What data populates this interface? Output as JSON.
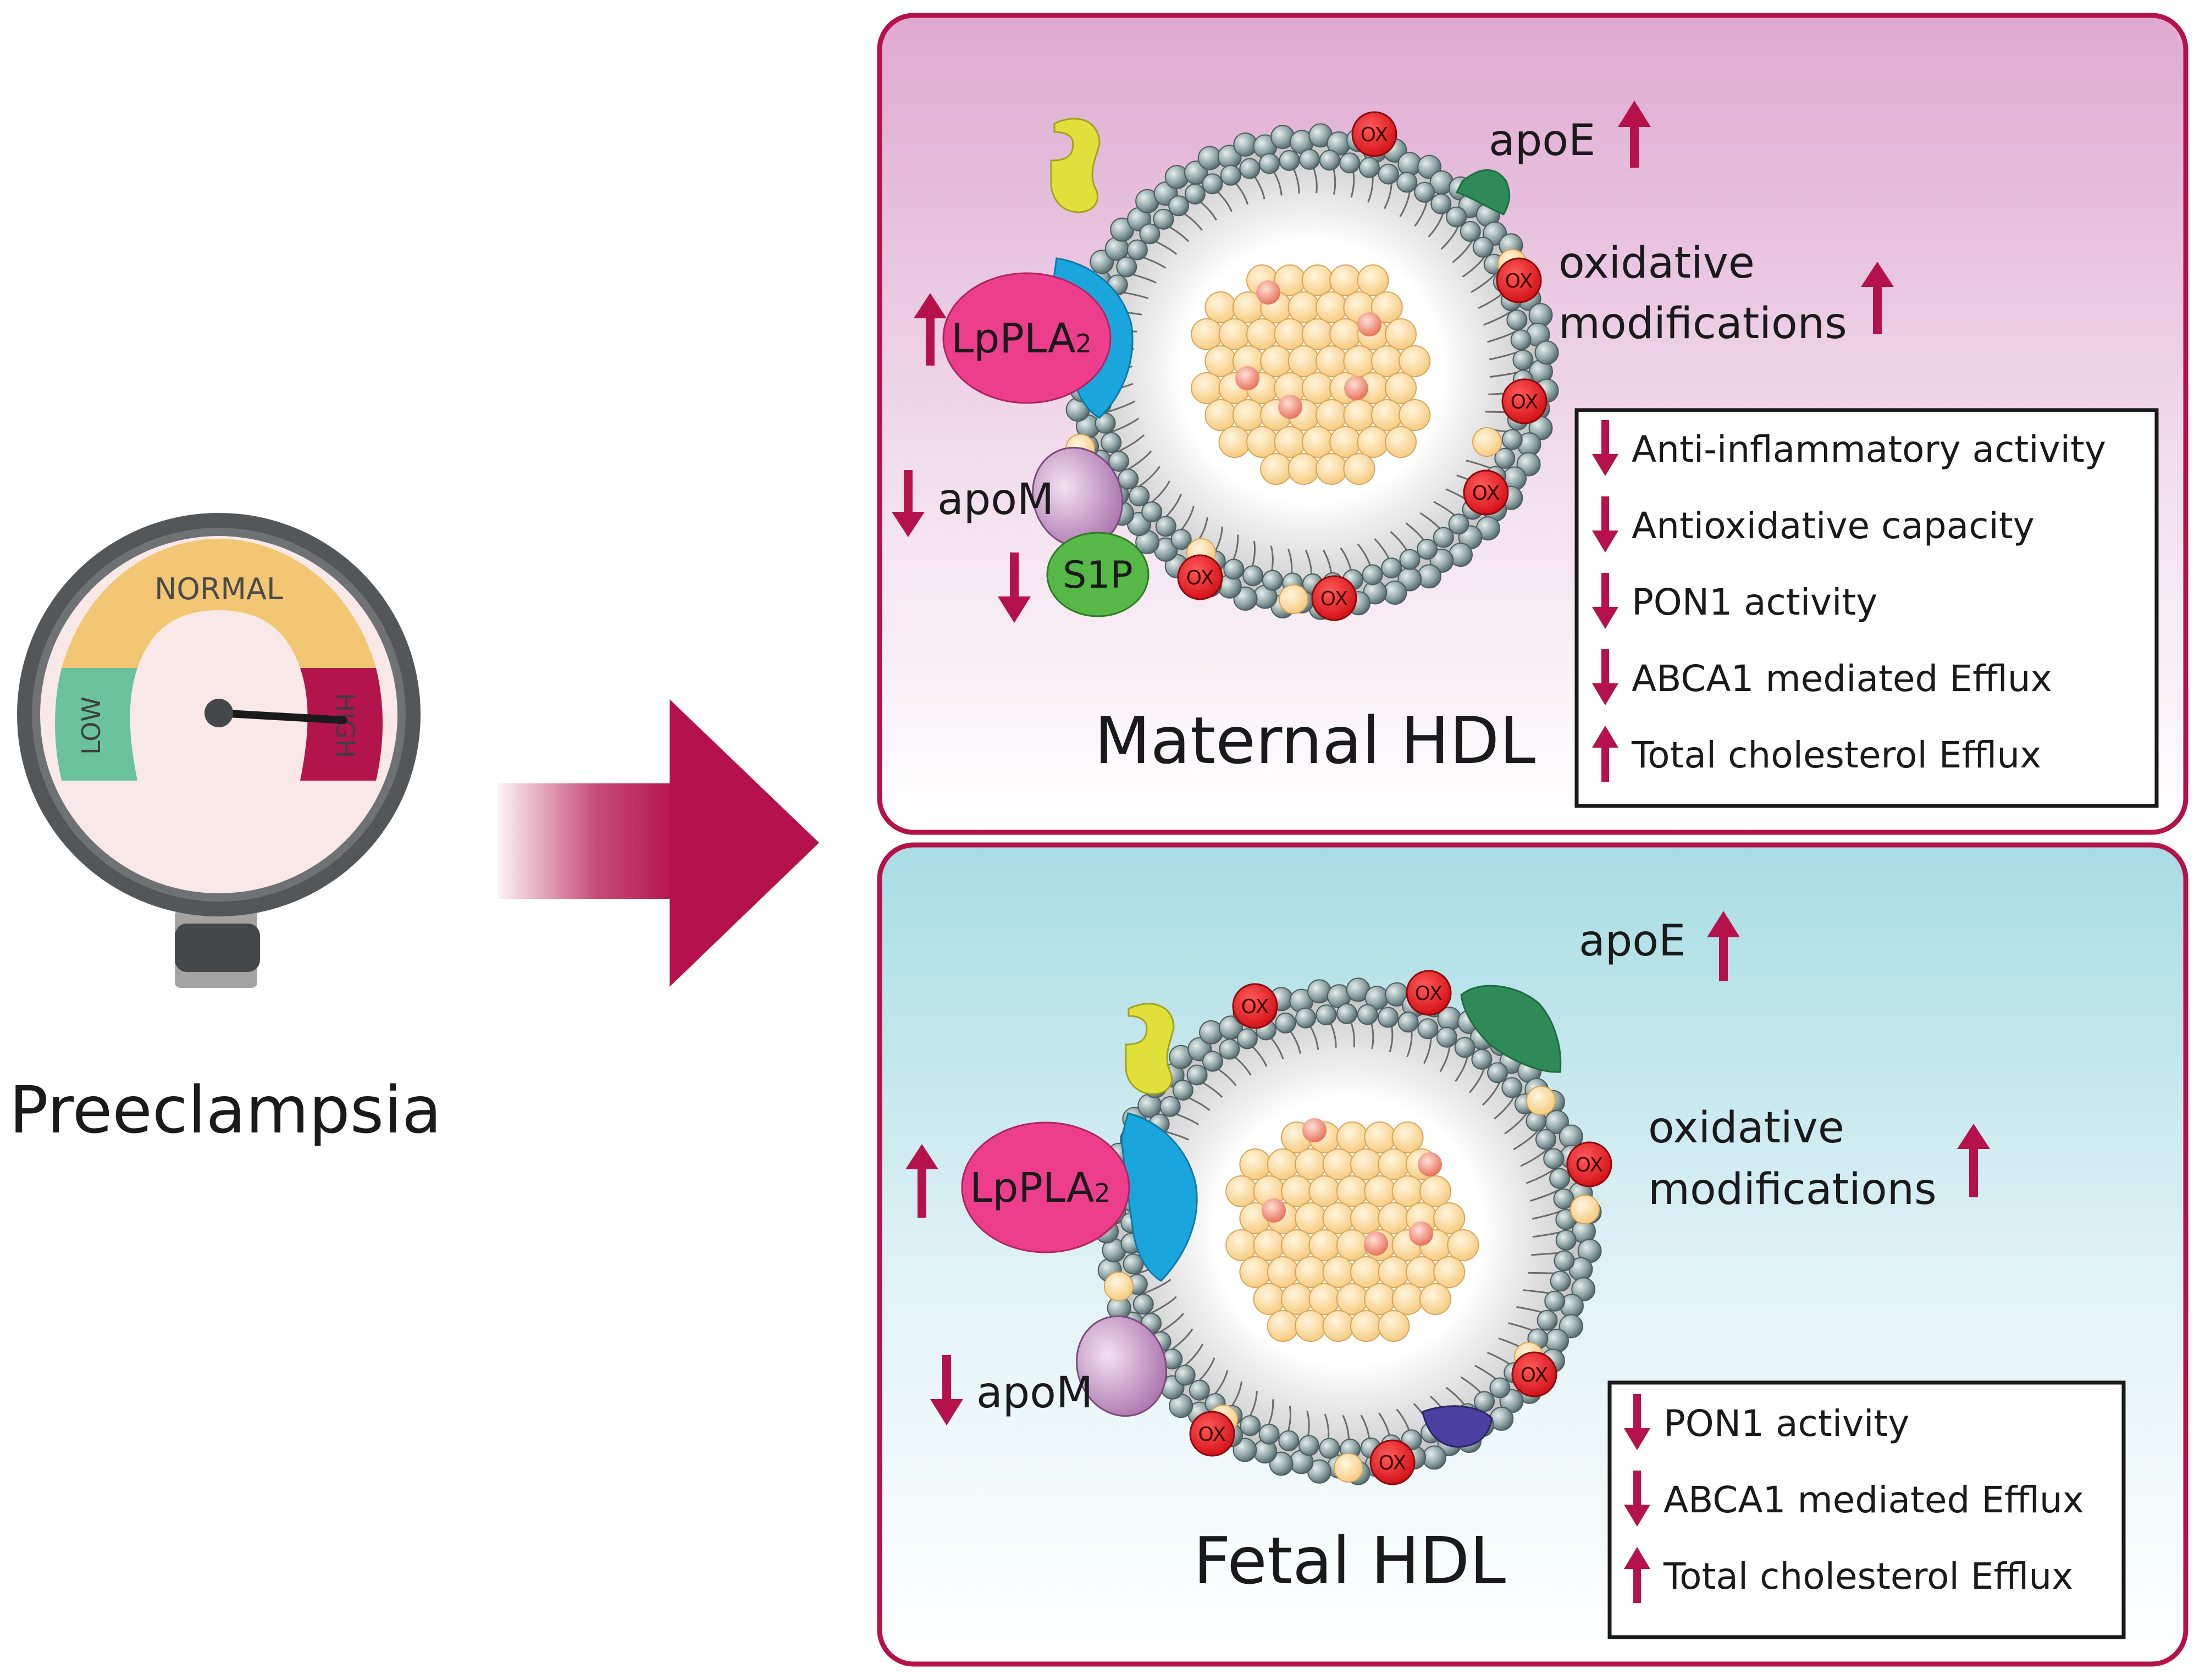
{
  "left": {
    "title": "Preeclampsia",
    "gauge": {
      "low_label": "LOW",
      "normal_label": "NORMAL",
      "high_label": "HIGH"
    }
  },
  "colors": {
    "accent": "#B5124B",
    "maternal_bg_top": "#DFA9D2",
    "fetal_bg_top": "#A8DCE4",
    "core_lipid": "#FBD89B",
    "shell_bead": "#8FA4A4",
    "ox_red": "#E8191F",
    "lppla2": "#EC3E8C",
    "s1p": "#56B847",
    "apoe": "#2E8B57"
  },
  "icons": [
    "up-arrow-icon",
    "down-arrow-icon",
    "pressure-gauge-icon",
    "right-arrow-icon"
  ],
  "maternal": {
    "title": "Maternal HDL",
    "ox_label": "OX",
    "apoE": "apoE",
    "oxidative": [
      "oxidative",
      "modifications"
    ],
    "lppla2_main": "LpPLA",
    "lppla2_sub": "2",
    "apoM": "apoM",
    "s1p": "S1P",
    "effects": [
      {
        "dir": "down",
        "text": "Anti-inflammatory activity"
      },
      {
        "dir": "down",
        "text": "Antioxidative capacity"
      },
      {
        "dir": "down",
        "text": "PON1 activity"
      },
      {
        "dir": "down",
        "text": "ABCA1 mediated Efflux"
      },
      {
        "dir": "up",
        "text": "Total cholesterol Efflux"
      }
    ]
  },
  "fetal": {
    "title": "Fetal HDL",
    "ox_label": "OX",
    "apoE": "apoE",
    "oxidative": [
      "oxidative",
      "modifications"
    ],
    "lppla2_main": "LpPLA",
    "lppla2_sub": "2",
    "apoM": "apoM",
    "effects": [
      {
        "dir": "down",
        "text": "PON1 activity"
      },
      {
        "dir": "down",
        "text": "ABCA1 mediated Efflux"
      },
      {
        "dir": "up",
        "text": "Total cholesterol Efflux"
      }
    ]
  }
}
